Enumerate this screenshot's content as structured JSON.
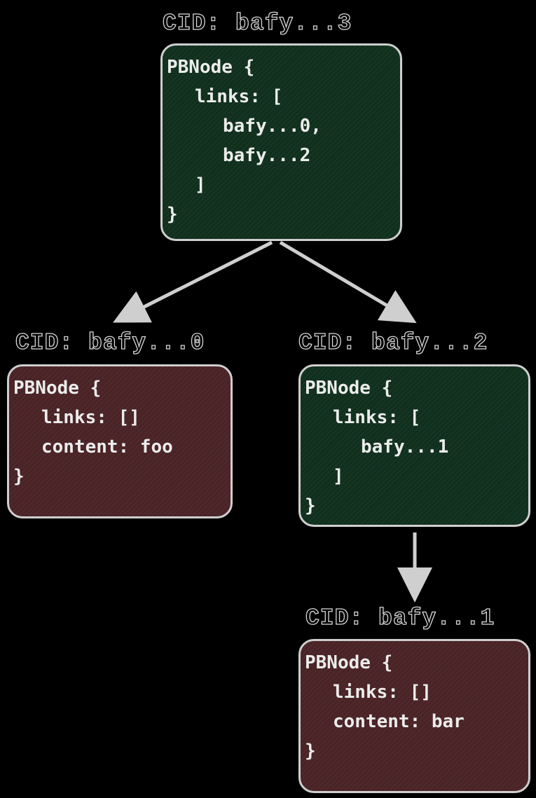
{
  "nodes": {
    "root": {
      "cid": "CID: bafy...3",
      "header": "PBNode {",
      "links_open": "links: [",
      "links": [
        "bafy...0,",
        "bafy...2"
      ],
      "links_close": "]",
      "footer": "}"
    },
    "file_foo": {
      "cid": "CID: bafy...0",
      "header": "PBNode {",
      "links_line": "links: []",
      "content_line": "content: foo",
      "footer": "}"
    },
    "dir_mid": {
      "cid": "CID: bafy...2",
      "header": "PBNode {",
      "links_open": "links: [",
      "links": [
        "bafy...1"
      ],
      "links_close": "]",
      "footer": "}"
    },
    "file_bar": {
      "cid": "CID: bafy...1",
      "header": "PBNode {",
      "links_line": "links: []",
      "content_line": "content: bar",
      "footer": "}"
    }
  },
  "colors": {
    "directory_node_fill": "#10301d",
    "file_node_fill": "#4a2326",
    "stroke": "#cfcfcf",
    "background": "#000000"
  }
}
